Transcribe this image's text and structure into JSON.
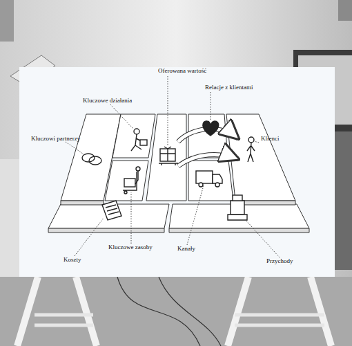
{
  "diagram": {
    "labels": [
      "Oferowana wartość",
      "Relacje z klientami",
      "Kluczowe działania",
      "Kluczowi partnerzy",
      "Klienci",
      "Kluczowe zasoby",
      "Kanały",
      "Koszty",
      "Przychody"
    ]
  }
}
